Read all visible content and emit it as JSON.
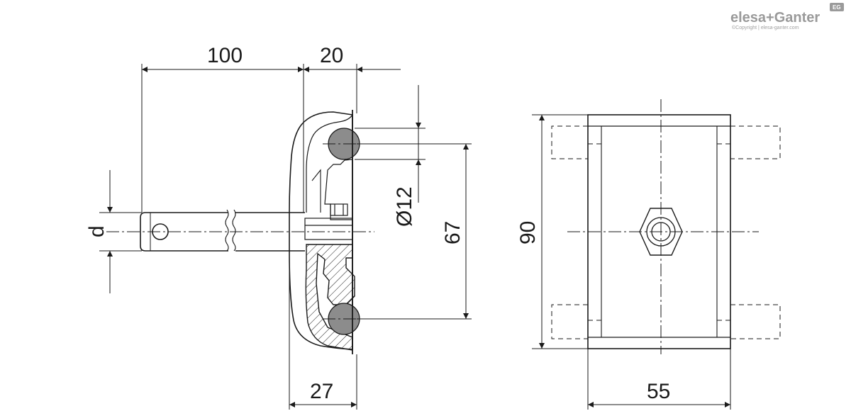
{
  "logo": {
    "brand": "elesa+Ganter",
    "copyright": "©Copyright | elesa-ganter.com",
    "badge": "EG"
  },
  "dimensions": {
    "length_100": "100",
    "width_20": "20",
    "diameter_12": "Ø12",
    "spacing_67": "67",
    "shaft_d": "d",
    "depth_27": "27",
    "height_90": "90",
    "width_55": "55"
  },
  "colors": {
    "line": "#1a1a1a",
    "bearing_fill": "#8c8c8c",
    "logo": "#9a9a9a"
  }
}
